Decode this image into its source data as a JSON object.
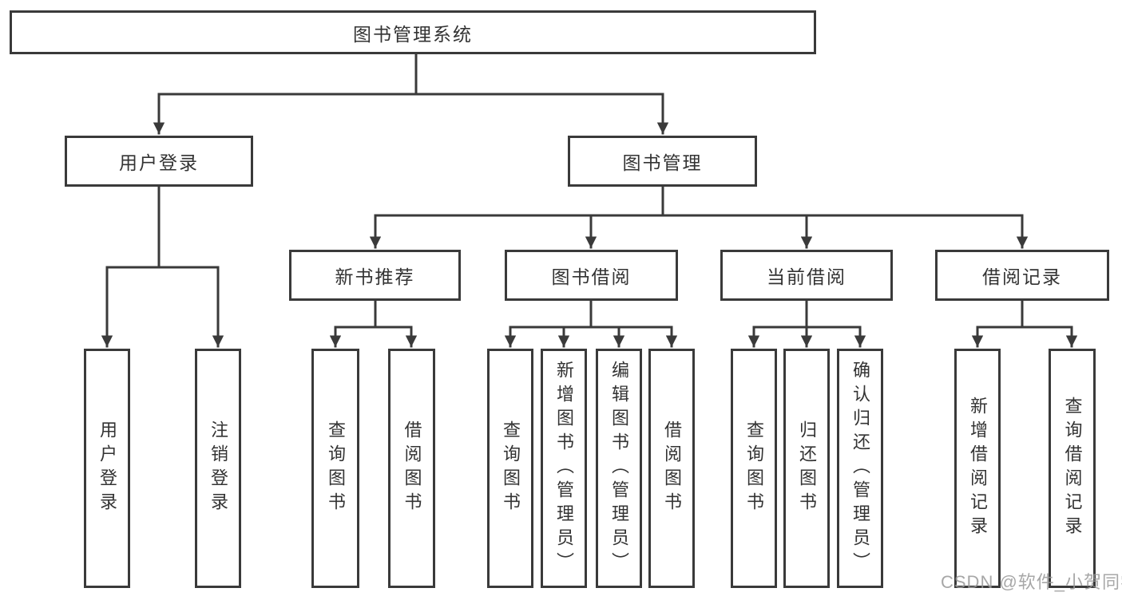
{
  "diagram": {
    "root": {
      "label": "图书管理系统"
    },
    "user_login": {
      "label": "用户登录",
      "children": [
        {
          "label": "用户登录"
        },
        {
          "label": "注销登录"
        }
      ]
    },
    "book_management": {
      "label": "图书管理",
      "sections": [
        {
          "label": "新书推荐",
          "children": [
            {
              "label": "查询图书"
            },
            {
              "label": "借阅图书"
            }
          ]
        },
        {
          "label": "图书借阅",
          "children": [
            {
              "label": "查询图书"
            },
            {
              "label": "新增图书（管理员）"
            },
            {
              "label": "编辑图书（管理员）"
            },
            {
              "label": "借阅图书"
            }
          ]
        },
        {
          "label": "当前借阅",
          "children": [
            {
              "label": "查询图书"
            },
            {
              "label": "归还图书"
            },
            {
              "label": "确认归还（管理员）"
            }
          ]
        },
        {
          "label": "借阅记录",
          "children": [
            {
              "label": "新增借阅记录"
            },
            {
              "label": "查询借阅记录"
            }
          ]
        }
      ]
    }
  },
  "colors": {
    "line": "#3a3a3a",
    "text": "#333333",
    "watermark": "#989898"
  },
  "watermark": {
    "text": "CSDN @软件_小贺同学"
  }
}
